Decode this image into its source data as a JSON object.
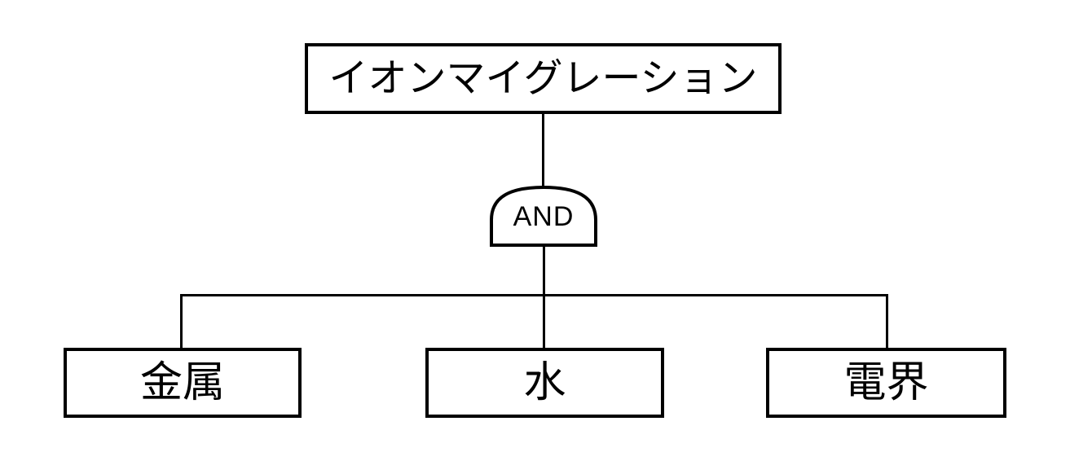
{
  "fault_tree": {
    "top_event": "イオンマイグレーション",
    "gate_label": "AND",
    "basic_events": [
      "金属",
      "水",
      "電界"
    ],
    "colors": {
      "line": "#000000",
      "background": "#ffffff",
      "box_fill": "#ffffff"
    }
  }
}
